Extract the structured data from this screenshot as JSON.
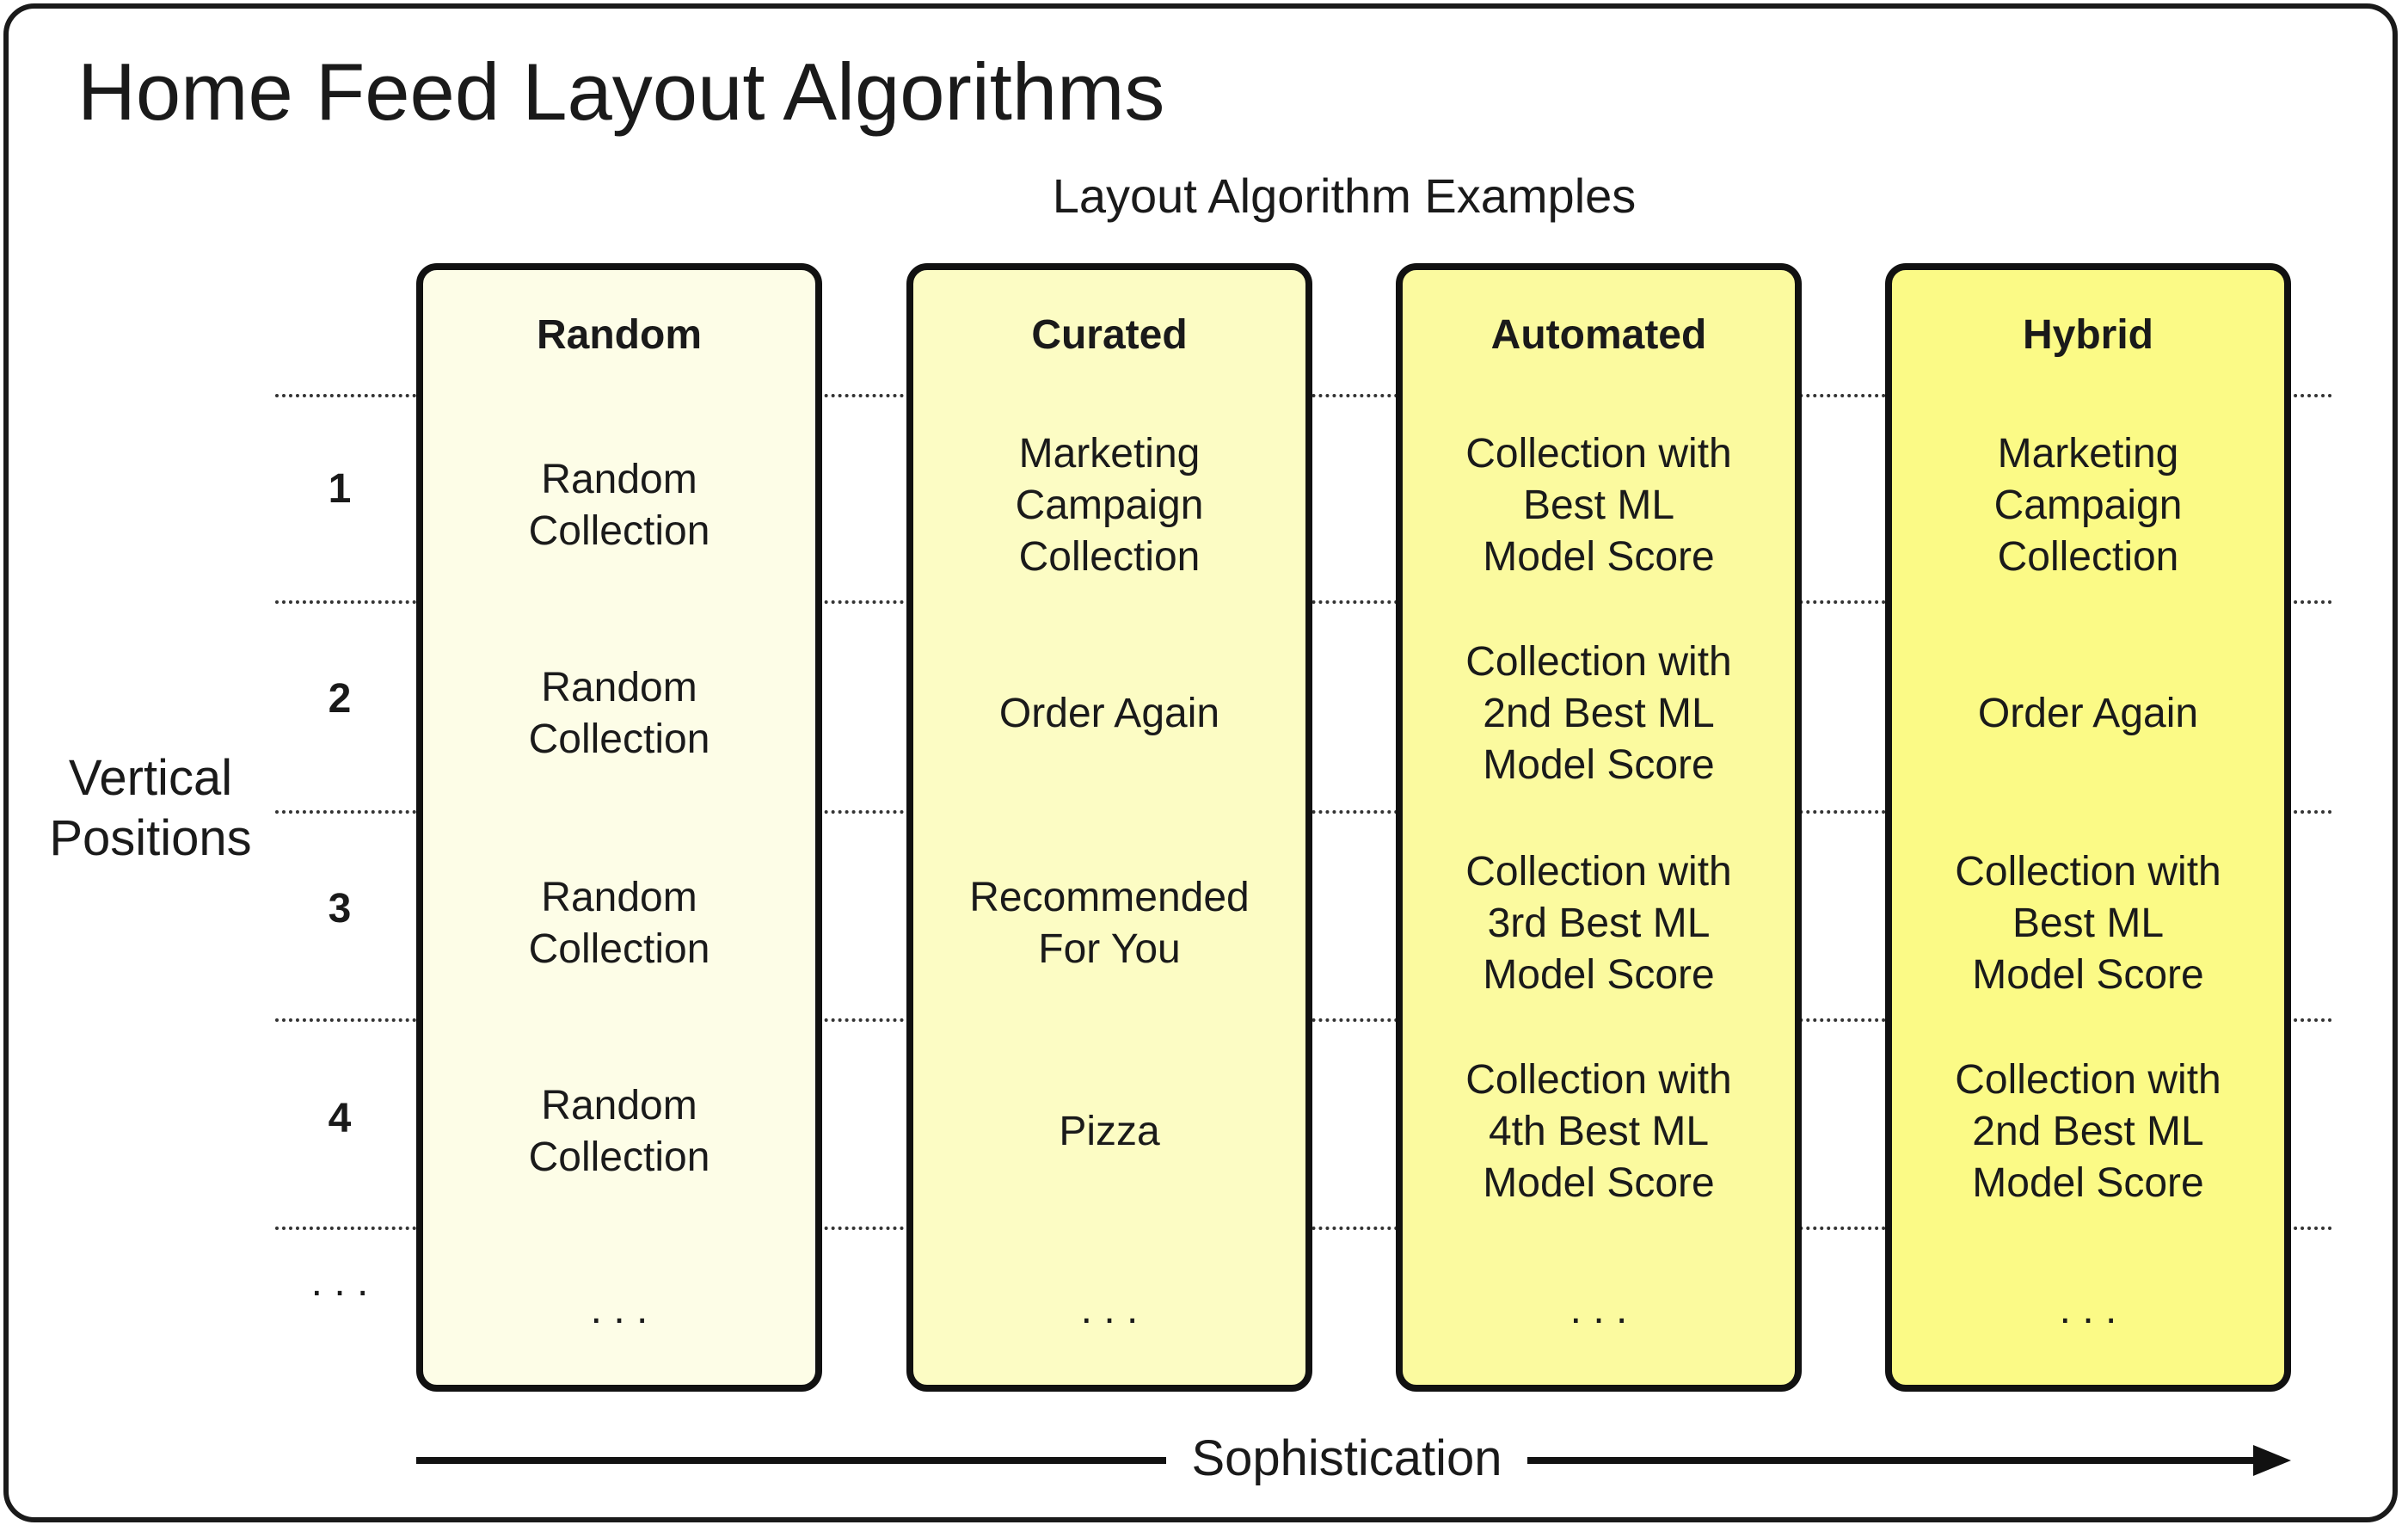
{
  "title": "Home Feed Layout Algorithms",
  "subtitle": "Layout Algorithm Examples",
  "y_axis_label": "Vertical Positions",
  "row_labels": [
    "1",
    "2",
    "3",
    "4",
    ". . ."
  ],
  "arrow_label": "Sophistication",
  "colors": {
    "random": "#fdfde7",
    "curated": "#fcfcc4",
    "automated": "#fbfa9f",
    "hybrid": "#fbfa86",
    "border": "#111111"
  },
  "columns": [
    {
      "name": "Random",
      "cells": [
        "Random\nCollection",
        "Random\nCollection",
        "Random\nCollection",
        "Random\nCollection",
        ". . ."
      ]
    },
    {
      "name": "Curated",
      "cells": [
        "Marketing\nCampaign\nCollection",
        "Order Again",
        "Recommended\nFor You",
        "Pizza",
        ". . ."
      ]
    },
    {
      "name": "Automated",
      "cells": [
        "Collection with\nBest ML\nModel Score",
        "Collection with\n2nd Best ML\nModel Score",
        "Collection with\n3rd Best ML\nModel Score",
        "Collection with\n4th Best ML\nModel Score",
        ". . ."
      ]
    },
    {
      "name": "Hybrid",
      "cells": [
        "Marketing\nCampaign\nCollection",
        "Order Again",
        "Collection with\nBest ML\nModel Score",
        "Collection with\n2nd Best ML\nModel Score",
        ". . ."
      ]
    }
  ]
}
